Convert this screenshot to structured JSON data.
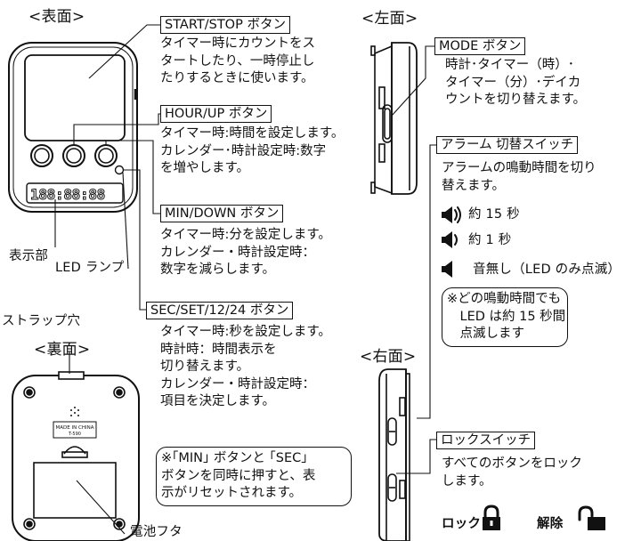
{
  "views": {
    "front": "<表面>",
    "left": "<左面>",
    "back": "<裏面>",
    "right": "<右面>"
  },
  "front_display": "188:88:88",
  "back_labels": {
    "made_in": "MADE IN CHINA",
    "model": "T-590"
  },
  "parts": {
    "display": "表示部",
    "led_lamp": "LED ランプ",
    "strap_hole": "ストラップ穴",
    "battery_cover": "電池フタ"
  },
  "callouts": {
    "start_stop": {
      "label": "START/STOP ボタン",
      "text": "タイマー時にカウントをス\nタートしたり、一時停止し\nたりするときに使います。"
    },
    "hour_up": {
      "label": "HOUR/UP ボタン",
      "text": "タイマー時:時間を設定します。\nカレンダー･時計設定時:数字\nを増やします。"
    },
    "min_down": {
      "label": "MIN/DOWN ボタン",
      "text": "タイマー時:分を設定します。\nカレンダー・時計設定時：\n数字を減らします。"
    },
    "sec_set": {
      "label": "SEC/SET/12/24 ボタン",
      "text": "タイマー時:秒を設定します。\n時計時：時間表示を\n切り替えます。\nカレンダー・時計設定時：\n項目を決定します。"
    },
    "mode": {
      "label": "MODE ボタン",
      "text": "時計･タイマー（時）･\nタイマー（分）･デイカ\nウントを切り替えます。"
    },
    "alarm": {
      "label": "アラーム 切替スイッチ",
      "text": "アラームの鳴動時間を切り\n替えます。",
      "options": [
        {
          "icon": "speaker-loud-icon",
          "text": "約 15 秒"
        },
        {
          "icon": "speaker-medium-icon",
          "text": "約 1 秒"
        },
        {
          "icon": "speaker-mute-icon",
          "text": "音無し（LED のみ点滅）"
        }
      ],
      "note": "※どの鳴動時間でも\n　LED は約 15 秒間\n　点滅します"
    },
    "lock": {
      "label": "ロックスイッチ",
      "text": "すべてのボタンをロック\nします。",
      "locked": "ロック",
      "unlocked": "解除"
    },
    "reset_note": "※｢MIN｣ ボタンと ｢SEC｣\nボタンを同時に押すと、表\n示がリセットされます。"
  }
}
